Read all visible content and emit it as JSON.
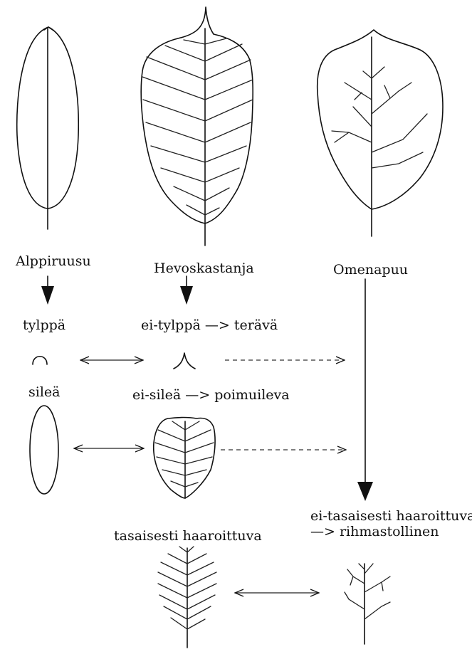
{
  "species": {
    "alppiruusu": "Alppiruusu",
    "hevoskastanja": "Hevoskastanja",
    "omenapuu": "Omenapuu"
  },
  "features": {
    "tip_blunt": "tylppä",
    "tip_not_blunt": "ei-tylppä —> terävä",
    "edge_smooth": "sileä",
    "edge_not_smooth": "ei-sileä —> poimuileva",
    "vein_even": "tasaisesti haaroittuva",
    "vein_uneven_line1": "ei-tasaisesti haaroittuva",
    "vein_uneven_line2": "—> rihmastollinen"
  }
}
